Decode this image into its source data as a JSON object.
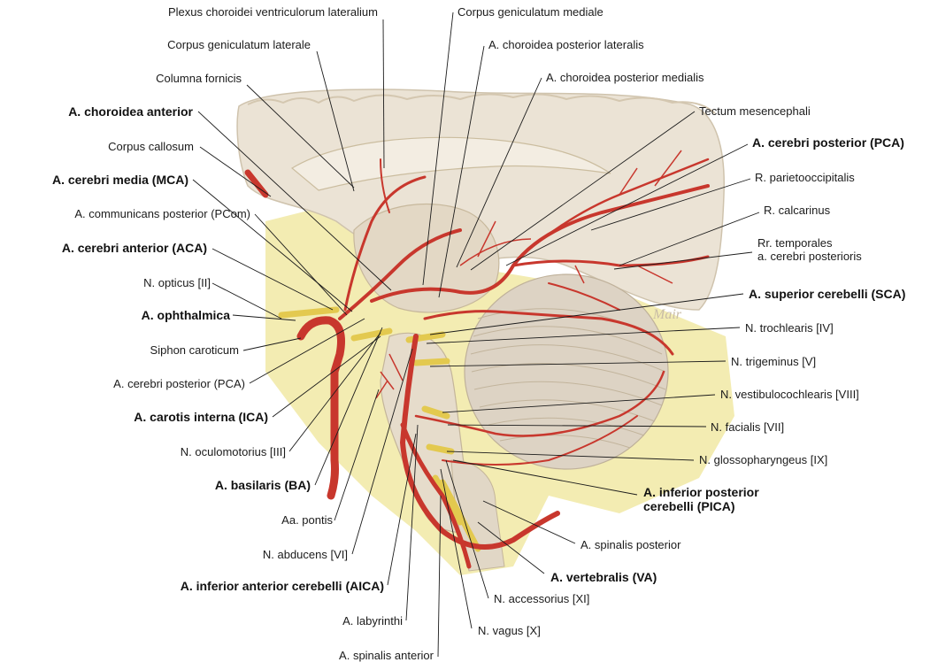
{
  "labels": {
    "plexus_choroidei": "Plexus choroidei ventriculorum lateralium",
    "corpus_geniculatum_laterale": "Corpus geniculatum laterale",
    "columna_fornicis": "Columna fornicis",
    "a_choroidea_anterior": "A. choroidea anterior",
    "corpus_callosum": "Corpus callosum",
    "a_cerebri_media": "A. cerebri media (MCA)",
    "a_communicans_posterior": "A. communicans posterior (PCom)",
    "a_cerebri_anterior": "A. cerebri anterior (ACA)",
    "n_opticus": "N. opticus [II]",
    "a_ophthalmica": "A. ophthalmica",
    "siphon_caroticum": "Siphon caroticum",
    "a_cerebri_posterior_left": "A. cerebri posterior (PCA)",
    "a_carotis_interna": "A. carotis interna (ICA)",
    "n_oculomotorius": "N. oculomotorius [III]",
    "a_basilaris": "A. basilaris (BA)",
    "aa_pontis": "Aa. pontis",
    "n_abducens": "N. abducens [VI]",
    "a_inferior_anterior_cerebelli": "A. inferior anterior cerebelli (AICA)",
    "a_labyrinthi": "A. labyrinthi",
    "a_spinalis_anterior": "A. spinalis anterior",
    "n_vagus": "N. vagus [X]",
    "n_accessorius": "N. accessorius [XI]",
    "a_vertebralis": "A. vertebralis (VA)",
    "a_spinalis_posterior": "A. spinalis posterior",
    "a_inferior_posterior_cerebelli": "A. inferior posterior\ncerebelli (PICA)",
    "n_glossopharyngeus": "N. glossopharyngeus [IX]",
    "n_facialis": "N. facialis [VII]",
    "n_vestibulocochlearis": "N. vestibulocochlearis [VIII]",
    "n_trigeminus": "N. trigeminus [V]",
    "n_trochlearis": "N. trochlearis [IV]",
    "a_superior_cerebelli": "A. superior cerebelli (SCA)",
    "rr_temporales": "Rr. temporales\na. cerebri posterioris",
    "r_calcarinus": "R. calcarinus",
    "r_parietooccipitalis": "R. parietooccipitalis",
    "a_cerebri_posterior_right": "A. cerebri posterior (PCA)",
    "tectum_mesencephali": "Tectum mesencephali",
    "a_choroidea_posterior_medialis": "A. choroidea posterior medialis",
    "a_choroidea_posterior_lateralis": "A. choroidea posterior lateralis",
    "corpus_geniculatum_mediale": "Corpus geniculatum mediale"
  },
  "signature": "Mair",
  "colors": {
    "artery": "#c8372d",
    "artery_dark": "#9e2219",
    "nerve": "#e8d060",
    "brain": "#e9e0d2",
    "brain_shade": "#d9cdb9",
    "cerebellum": "#ddd3c4",
    "dura": "#f1e9a8"
  }
}
